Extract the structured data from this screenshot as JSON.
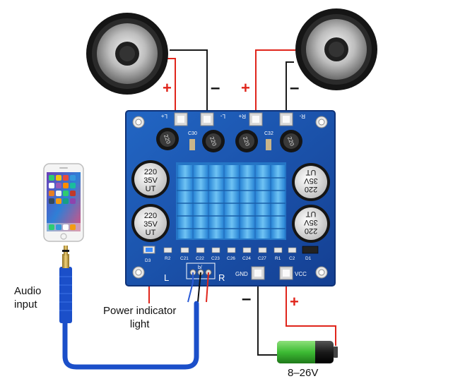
{
  "speakers": {
    "left": {
      "plus_sign": "+",
      "minus_sign": "–"
    },
    "right": {
      "plus_sign": "+",
      "minus_sign": "–"
    }
  },
  "board": {
    "terminal_labels": {
      "l_plus": "L+",
      "l_minus": "L-",
      "r_plus": "R+",
      "r_minus": "R-",
      "gnd": "GND",
      "vcc": "VCC"
    },
    "capacitors": [
      {
        "lines": [
          "220",
          "35V",
          "UT"
        ]
      },
      {
        "lines": [
          "220",
          "35V",
          "UT"
        ]
      },
      {
        "lines": [
          "220",
          "35V",
          "UT"
        ]
      },
      {
        "lines": [
          "220",
          "35V",
          "UT"
        ]
      }
    ],
    "inductor_label": "220",
    "component_labels": {
      "c30": "C30",
      "c32": "C32",
      "r2": "R2",
      "c21": "C21",
      "c22": "C22",
      "c23": "C23",
      "c26": "C26",
      "c24": "C24",
      "c27": "C27",
      "r1": "R1",
      "c2": "C2",
      "d3": "D3",
      "d1": "D1"
    },
    "input_labels": {
      "left": "L",
      "right": "R",
      "middle": "b/"
    }
  },
  "power": {
    "minus_sign": "–",
    "plus_sign": "+",
    "battery_label": "8–26V"
  },
  "callouts": {
    "audio_input": [
      "Audio",
      "input"
    ],
    "power_indicator": [
      "Power indicator",
      "light"
    ]
  },
  "colors": {
    "board": "#1a56b4",
    "heatsink": "#3fa3e6",
    "wire_red": "#e0251b",
    "wire_black": "#1a1a1a",
    "cable_blue": "#1b4fc9",
    "battery_green": "#3dbb34"
  }
}
